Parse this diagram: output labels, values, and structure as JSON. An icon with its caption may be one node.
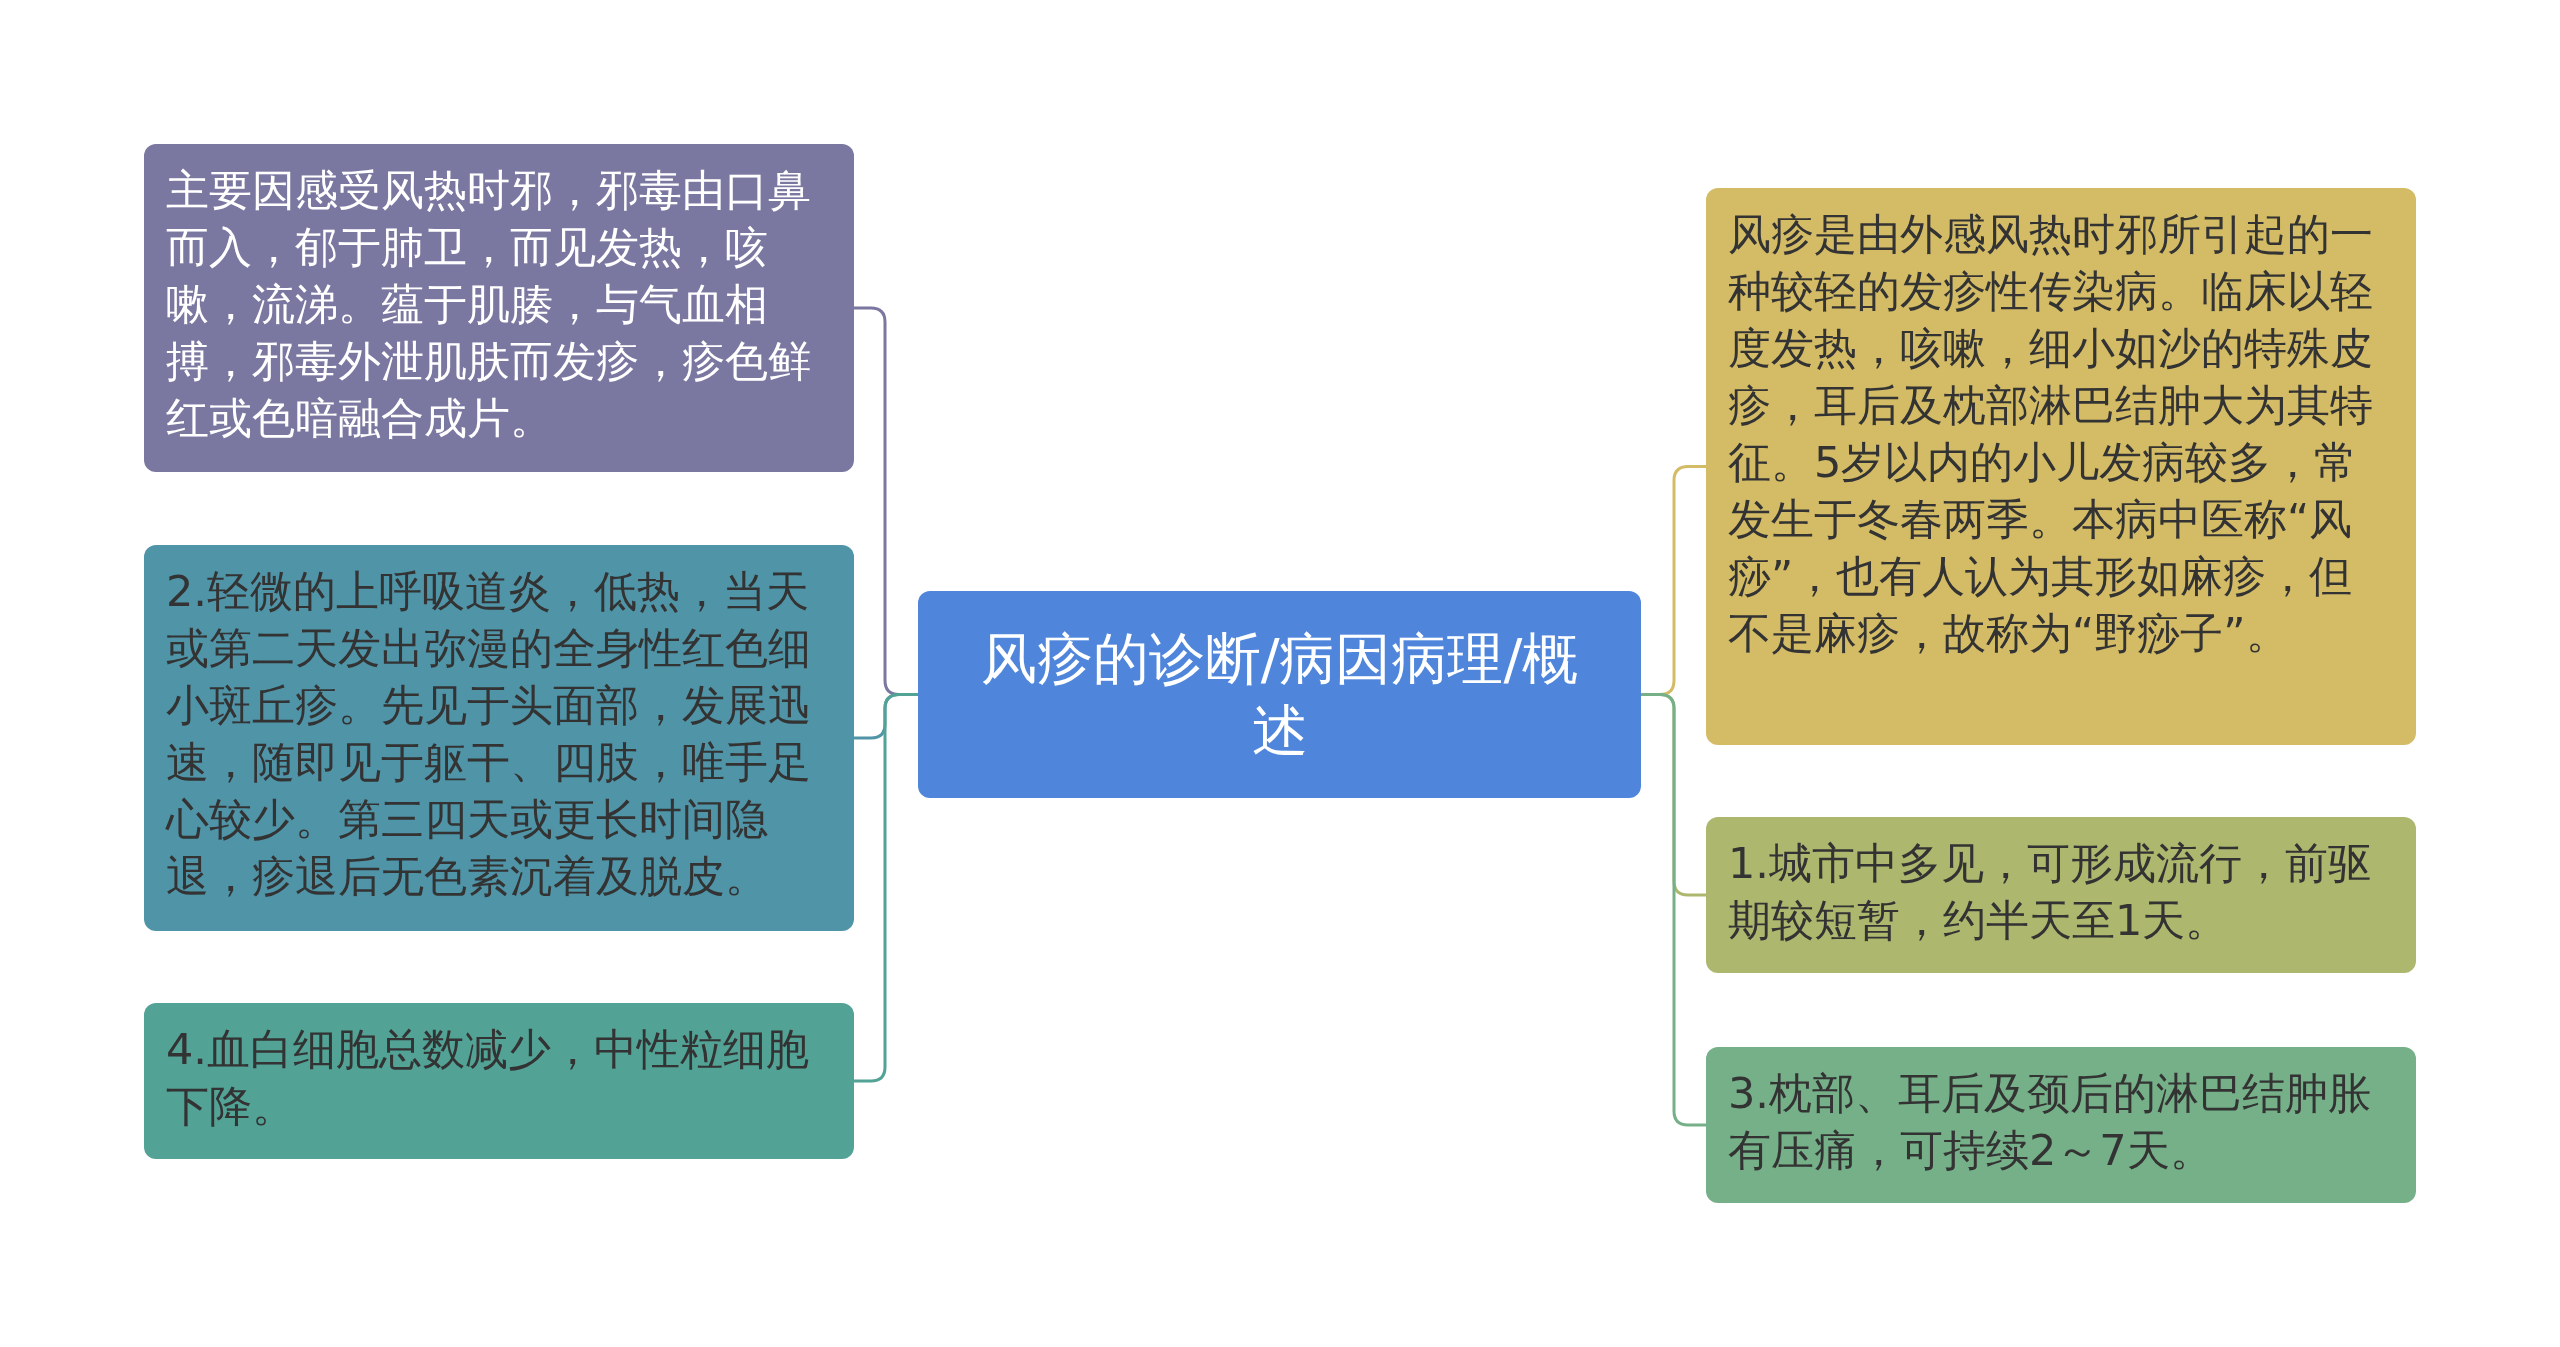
{
  "diagram": {
    "nodes": [
      {
        "text": [
          "风疹的诊断/病因病理/概述"
        ]
      },
      {
        "text": [
          "主要因感受风热时邪，邪毒由口鼻而入，郁于肺卫，而见发热，咳嗽，流涕。蕴于肌腠，与气血相搏，邪毒外泄肌肤而发疹，疹色鲜红或色暗融合成片。"
        ]
      },
      {
        "text": [
          "2.轻微的上呼吸道炎，低热，当天或第二天发出弥漫的全身性红色细小斑丘疹。先见于头面部，发展迅速，随即见于躯干、四肢，唯手足心较少。第三四天或更长时间隐退，疹退后无色素沉着及脱皮。"
        ]
      },
      {
        "text": [
          "4.血白细胞总数减少，中性粒细胞下降。"
        ]
      },
      {
        "text": [
          "风疹是由外感风热时邪所引起的一种较轻的发疹性传染病。临床以轻度发热，咳嗽，细小如沙的特殊皮疹，耳后及枕部淋巴结肿大为其特征。5岁以内的小儿发病较多，常发生于冬春两季。本病中医称“风痧”，也有人认为其形如麻疹，但不是麻疹，故称为“野痧子”。"
        ]
      },
      {
        "text": [
          "1.城市中多见，可形成流行，前驱期较短暂，约半天至1天。"
        ]
      },
      {
        "text": [
          "3.枕部、耳后及颈后的淋巴结肿胀有压痛，可持续2～7天。"
        ]
      }
    ],
    "edges": [
      {
        "from": 0,
        "to": 1,
        "arrow": "none",
        "color": "#7a77a0"
      },
      {
        "from": 0,
        "to": 2,
        "arrow": "none",
        "color": "#5094a8"
      },
      {
        "from": 0,
        "to": 3,
        "arrow": "none",
        "color": "#52a296"
      },
      {
        "from": 0,
        "to": 4,
        "arrow": "none",
        "color": "#d4bc66"
      },
      {
        "from": 0,
        "to": 5,
        "arrow": "none",
        "color": "#adb86e"
      },
      {
        "from": 0,
        "to": 6,
        "arrow": "none",
        "color": "#75b088"
      }
    ]
  }
}
